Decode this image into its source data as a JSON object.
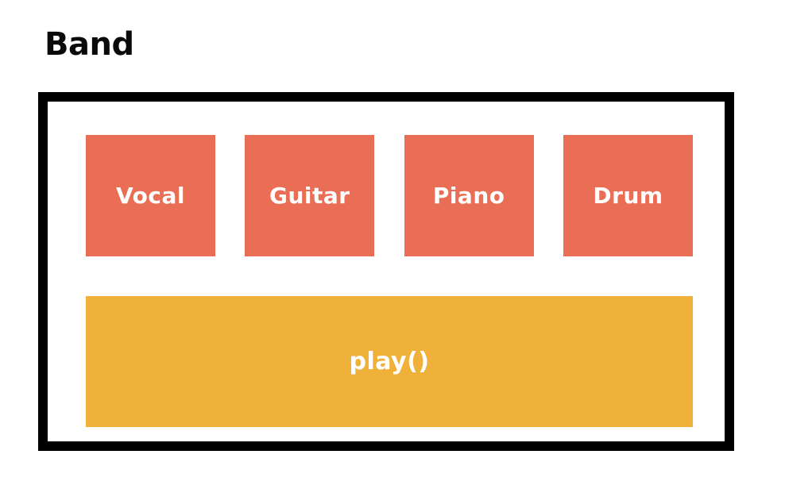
{
  "title": "Band",
  "colors": {
    "background": "#ffffff",
    "frame_border": "#000000",
    "member_box": "#ea6e56",
    "method_bar": "#f0b13a",
    "member_text": "#ffffff",
    "method_text": "#ffffff",
    "title_text": "#0a0a0a"
  },
  "container": {
    "name": "Band"
  },
  "members": [
    {
      "label": "Vocal"
    },
    {
      "label": "Guitar"
    },
    {
      "label": "Piano"
    },
    {
      "label": "Drum"
    }
  ],
  "method": {
    "label": "play()"
  }
}
